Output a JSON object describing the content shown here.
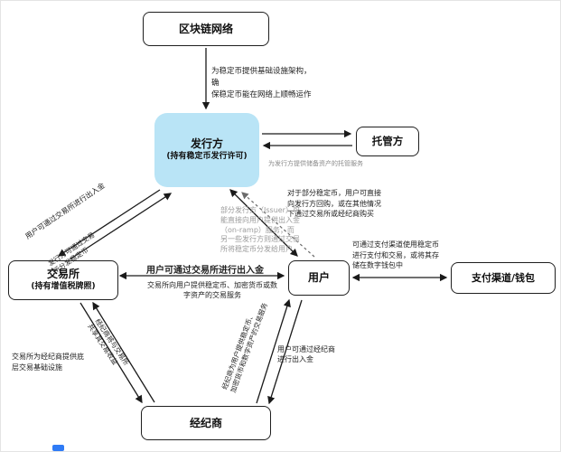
{
  "nodes": {
    "blockchain": {
      "title": "区块链网络"
    },
    "issuer": {
      "title": "发行方",
      "subtitle": "(持有稳定币发行许可)"
    },
    "custodian": {
      "title": "托管方"
    },
    "exchange": {
      "title": "交易所",
      "subtitle": "(持有增值税牌照)"
    },
    "user": {
      "title": "用户"
    },
    "payment": {
      "title": "支付渠道/钱包"
    },
    "broker": {
      "title": "经纪商"
    }
  },
  "labels": {
    "chain_note": "为稳定币提供基础设施架构，确\n保稳定币能在网络上顺畅运作",
    "custodian_note": "为发行方提供储备资产的托管服务",
    "diag_deposit": "用户可通过交易所进行出入金",
    "diag_distribute": "发行方可通过交易\n所分发稳定币",
    "issuer_note": "部分发行方（Issuer）可\n能直接向用户提供出入金\n（on-ramp）服务；而\n另一些发行方则通过交易\n所将稳定币分发给用户",
    "redeem_note": "对于部分稳定币，用户可直接\n向发行方回购，或在其他情况\n下通过交易所或经纪商购买",
    "exchange_user_bold": "用户可通过交易所进行出入金",
    "exchange_user_services": "交易所向用户提供稳定币、加密货币或数\n字资产的交易服务",
    "payment_note": "可通过支付渠道使用稳定币\n进行支付和交易，或将其存\n储在数字钱包中",
    "broker_share": "经纪商将与交易所\n共享其交易收益",
    "exchange_broker_infra": "交易所为经纪商提供底\n层交易基础设施",
    "broker_user_services": "经纪商为用户提供稳定币、\n加密货币和数字资产的交易服务",
    "broker_user_deposit": "用户可通过经纪商进行出入金"
  },
  "colors": {
    "issuer_fill": "#b9e4f6",
    "line": "#1a1a1a",
    "muted_text": "#9b9b9b",
    "accent_blue": "#2f7bf6"
  }
}
